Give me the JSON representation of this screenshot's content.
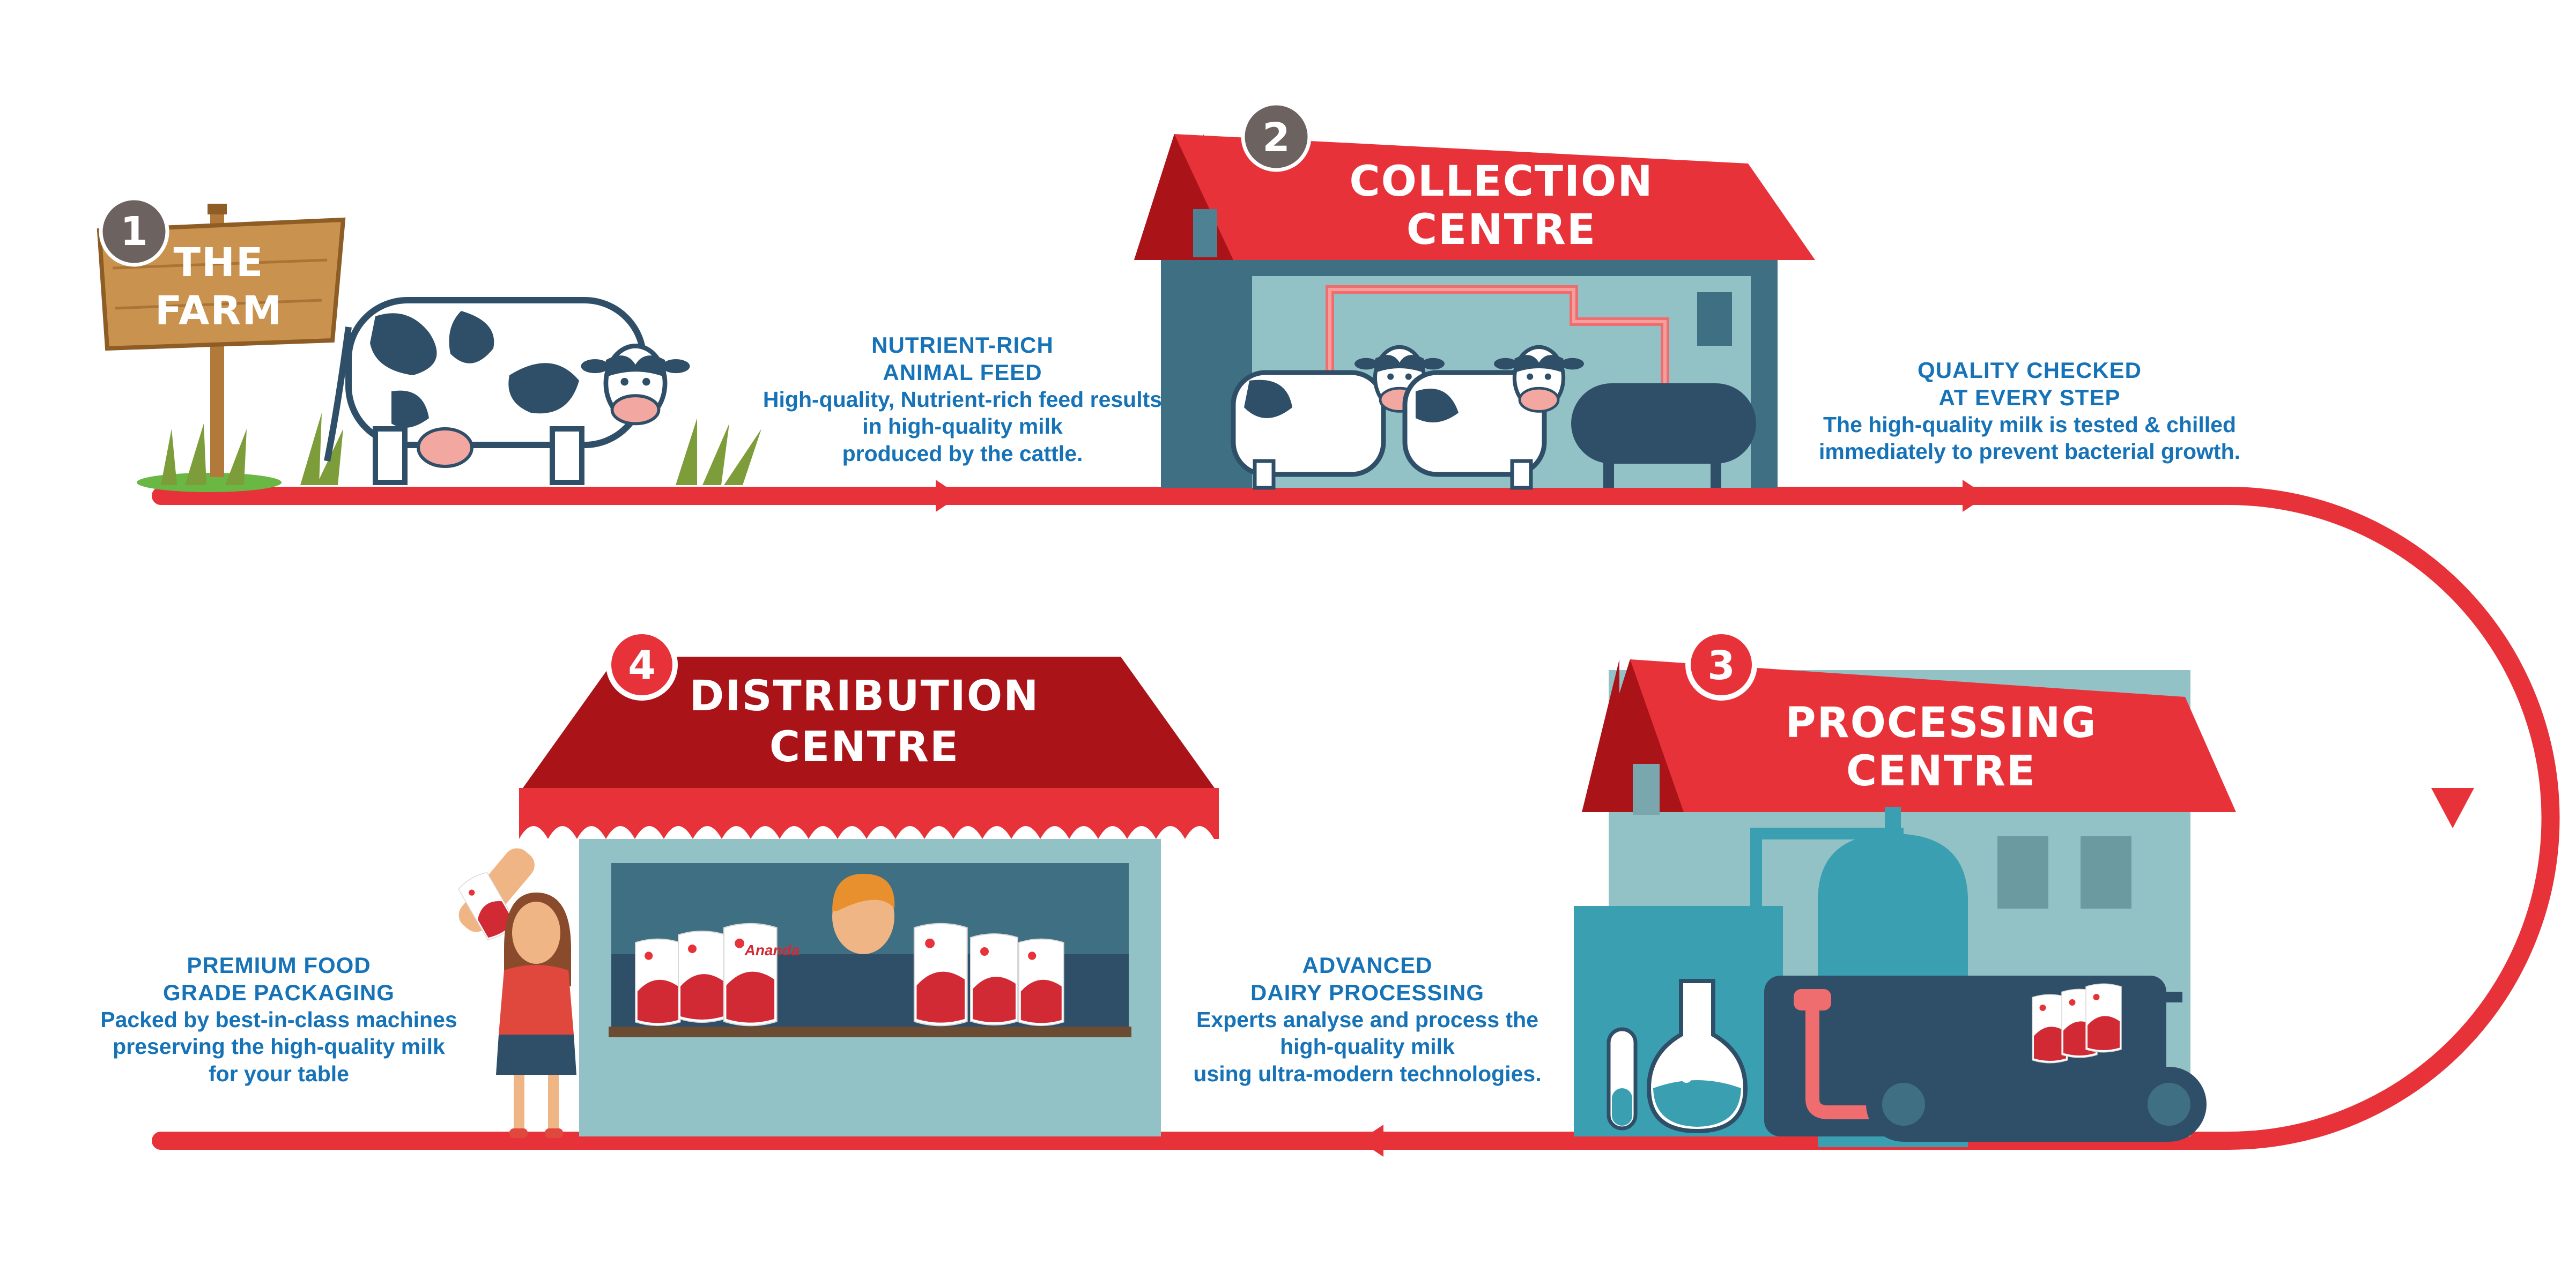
{
  "colors": {
    "red": "#e8323a",
    "dark_red": "#aa1419",
    "building": "#3f6f82",
    "building_light": "#93c2c6",
    "navy": "#2f4f68",
    "text_blue": "#1673b7",
    "wood": "#c9924e"
  },
  "stages": [
    {
      "number": "1",
      "title_line1": "THE",
      "title_line2": "FARM"
    },
    {
      "number": "2",
      "title_line1": "COLLECTION",
      "title_line2": "CENTRE"
    },
    {
      "number": "3",
      "title_line1": "PROCESSING",
      "title_line2": "CENTRE"
    },
    {
      "number": "4",
      "title_line1": "DISTRIBUTION",
      "title_line2": "CENTRE"
    }
  ],
  "captions": {
    "feed": {
      "heading1": "NUTRIENT-RICH",
      "heading2": "ANIMAL FEED",
      "body1": "High-quality, Nutrient-rich feed results",
      "body2": "in high-quality milk",
      "body3": "produced by the cattle."
    },
    "quality": {
      "heading1": "QUALITY CHECKED",
      "heading2": "AT EVERY STEP",
      "body1": "The high-quality milk is tested & chilled",
      "body2": "immediately to prevent bacterial growth."
    },
    "processing": {
      "heading1": "ADVANCED",
      "heading2": "DAIRY PROCESSING",
      "body1": "Experts analyse and process the",
      "body2": "high-quality milk",
      "body3": "using ultra-modern technologies."
    },
    "packaging": {
      "heading1": "PREMIUM FOOD",
      "heading2": "GRADE PACKAGING",
      "body1": "Packed by best-in-class machines",
      "body2": "preserving the high-quality milk",
      "body3": "for your table"
    }
  },
  "brand": "Ananda",
  "icons": [
    "wooden-sign-icon",
    "cow-icon",
    "milk-tank-icon",
    "flask-icon",
    "test-tube-icon",
    "milk-packet-icon",
    "person-icon",
    "flow-arrow-icon"
  ]
}
